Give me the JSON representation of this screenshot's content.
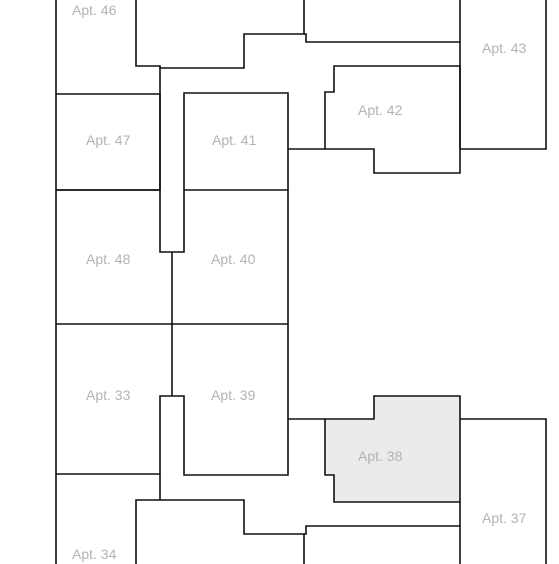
{
  "colors": {
    "wall": "#111111",
    "label": "#b3b3b3",
    "selected_fill": "#ebebeb",
    "background": "#ffffff"
  },
  "selected_unit": "Apt. 38",
  "units": [
    {
      "id": "46",
      "label": "Apt. 46"
    },
    {
      "id": "43",
      "label": "Apt. 43"
    },
    {
      "id": "47",
      "label": "Apt. 47"
    },
    {
      "id": "41",
      "label": "Apt. 41"
    },
    {
      "id": "42",
      "label": "Apt. 42"
    },
    {
      "id": "48",
      "label": "Apt. 48"
    },
    {
      "id": "40",
      "label": "Apt. 40"
    },
    {
      "id": "33",
      "label": "Apt. 33"
    },
    {
      "id": "39",
      "label": "Apt. 39"
    },
    {
      "id": "38",
      "label": "Apt. 38"
    },
    {
      "id": "37",
      "label": "Apt. 37"
    },
    {
      "id": "34",
      "label": "Apt. 34"
    }
  ]
}
